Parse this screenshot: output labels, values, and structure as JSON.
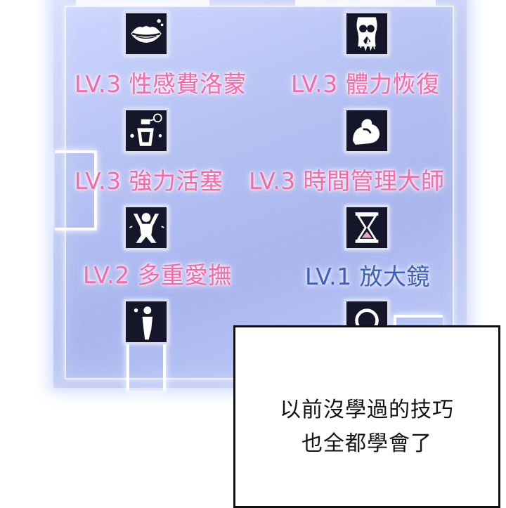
{
  "skills": [
    {
      "label": "LV.3 性感費洛蒙",
      "icon": "lips-icon"
    },
    {
      "label": "LV.3 體力恢復",
      "icon": "body-recovery-icon"
    },
    {
      "label": "LV.3 強力活塞",
      "icon": "perfume-bottle-icon"
    },
    {
      "label": "LV.3 時間管理大師",
      "icon": "flexed-arm-icon"
    },
    {
      "label": "LV.2 多重愛撫",
      "icon": "figure-icon"
    },
    {
      "label": "LV.1 放大鏡",
      "icon": "hourglass-icon"
    }
  ],
  "caption": {
    "line1": "以前沒學過的技巧",
    "line2": "也全都學會了"
  },
  "colors": {
    "panel": "#b6c2f3",
    "pink_label": "#f46aa9",
    "blue_label": "#3d5fbf",
    "icon_bg": "#16162a"
  }
}
